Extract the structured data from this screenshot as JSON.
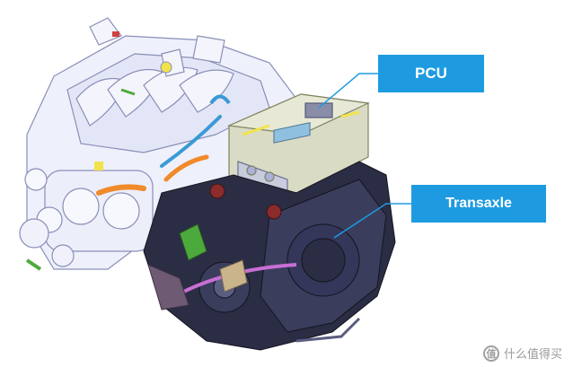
{
  "callouts": {
    "pcu": "PCU",
    "transaxle": "Transaxle"
  },
  "watermark": {
    "text": "什么值得买",
    "icon": "zhi-logo-icon"
  },
  "colors": {
    "callout_bg": "#1e9be0",
    "leader_line": "#1e9be0",
    "engine_outline": "#8a8fb8",
    "transaxle_body": "#2b2d44",
    "pcu_body": "#d9dbc4",
    "hose_orange": "#f08a2a",
    "hose_blue": "#3a9ad6",
    "purple_pipe": "#c96fd4",
    "green_accent": "#4caa3c",
    "yellow_part": "#f2e34a"
  }
}
